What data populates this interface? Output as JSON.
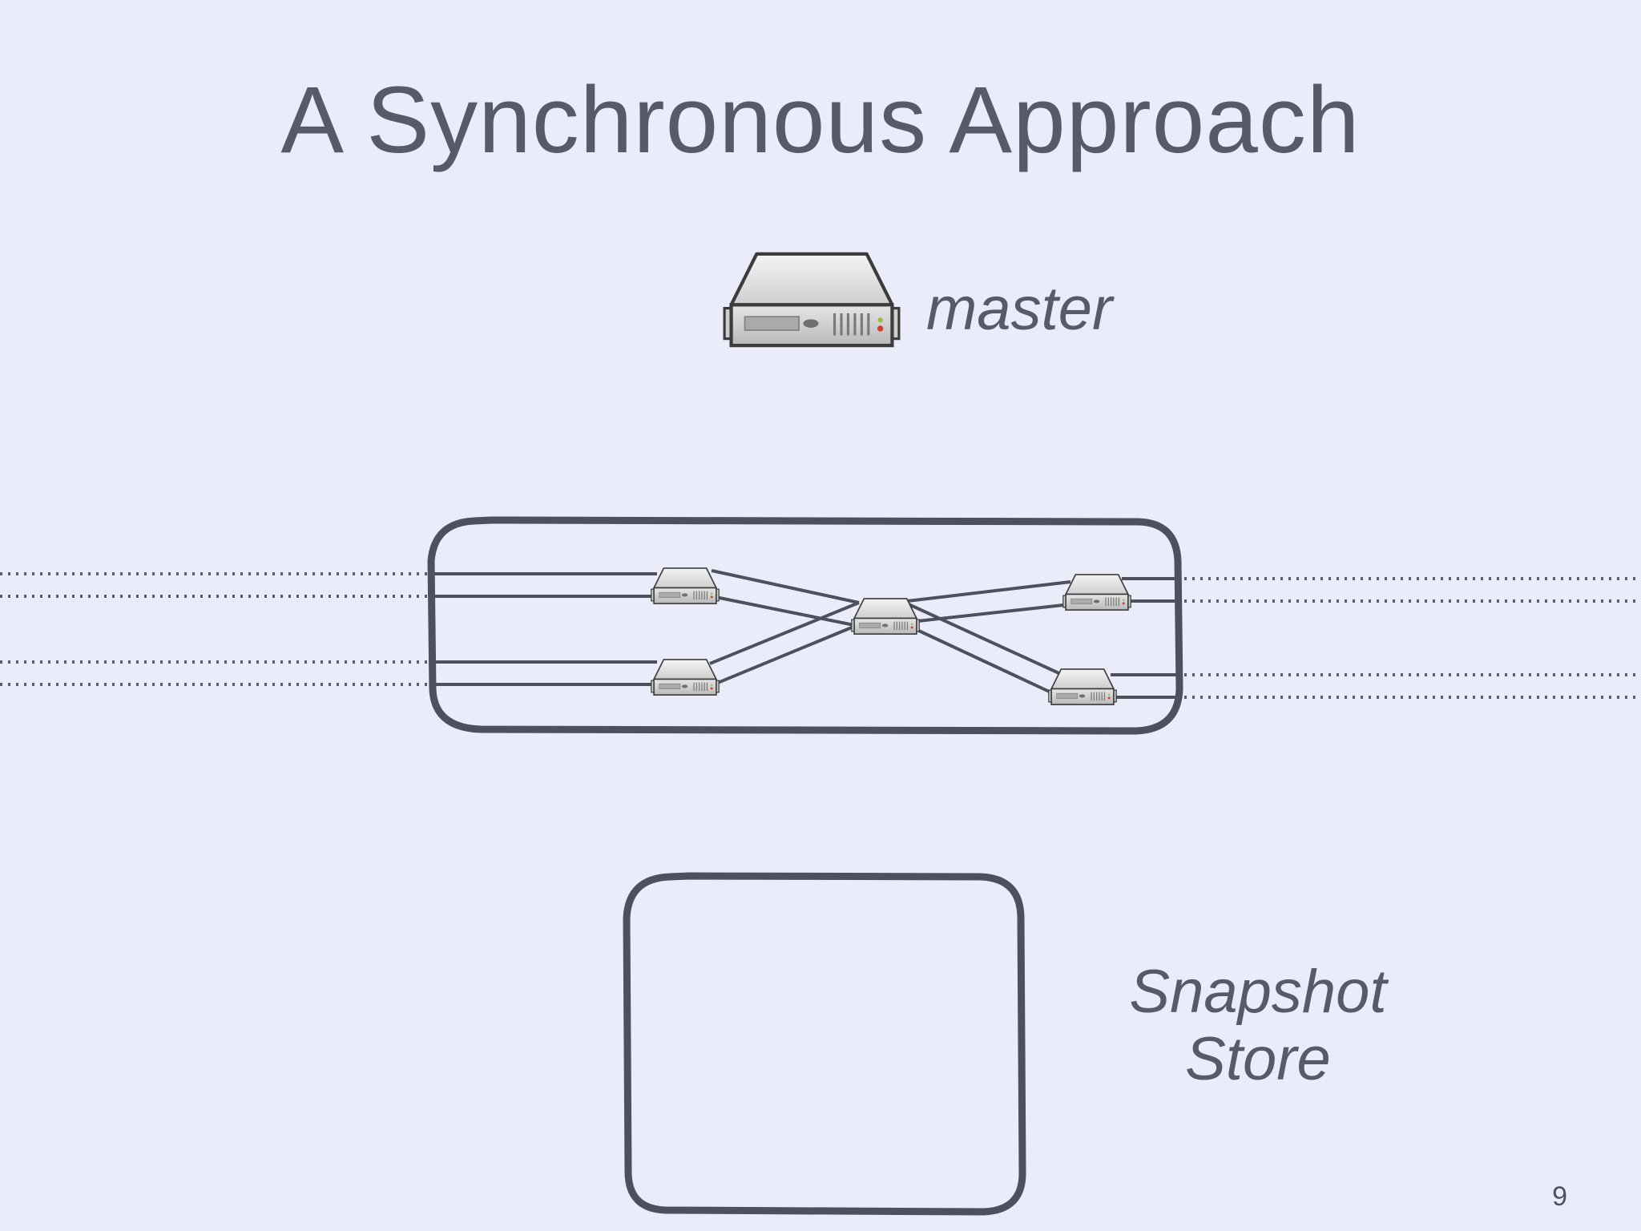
{
  "slide": {
    "title": "A Synchronous Approach",
    "master_label": "master",
    "snapshot_label_line1": "Snapshot",
    "snapshot_label_line2": "Store",
    "page_number": "9"
  },
  "icons": {
    "server": "server-icon"
  },
  "colors": {
    "background": "#eaedf9",
    "ink": "#575b69",
    "server_body": "#d9d9d9",
    "server_led": "#d63a2f"
  }
}
